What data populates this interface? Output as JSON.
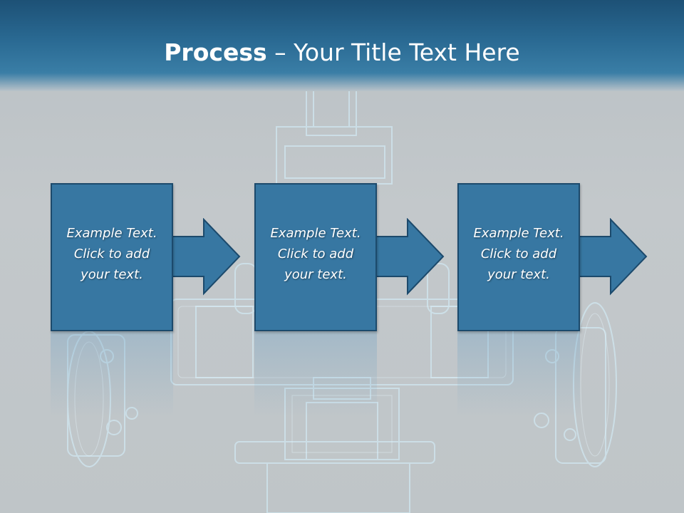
{
  "slide": {
    "title_bold": "Process",
    "title_rest": " – Your Title Text Here"
  },
  "steps": [
    {
      "line1": "Example Text.",
      "line2": "Click  to add",
      "line3": "your text."
    },
    {
      "line1": "Example Text.",
      "line2": "Click  to add",
      "line3": "your text."
    },
    {
      "line1": "Example Text.",
      "line2": "Click  to add",
      "line3": "your text."
    }
  ],
  "colors": {
    "header": "#2a6a93",
    "box_fill": "#3777a2",
    "box_border": "#1c4a6c",
    "background": "#c4c9cc",
    "art_stroke": "#bfe9ff"
  }
}
